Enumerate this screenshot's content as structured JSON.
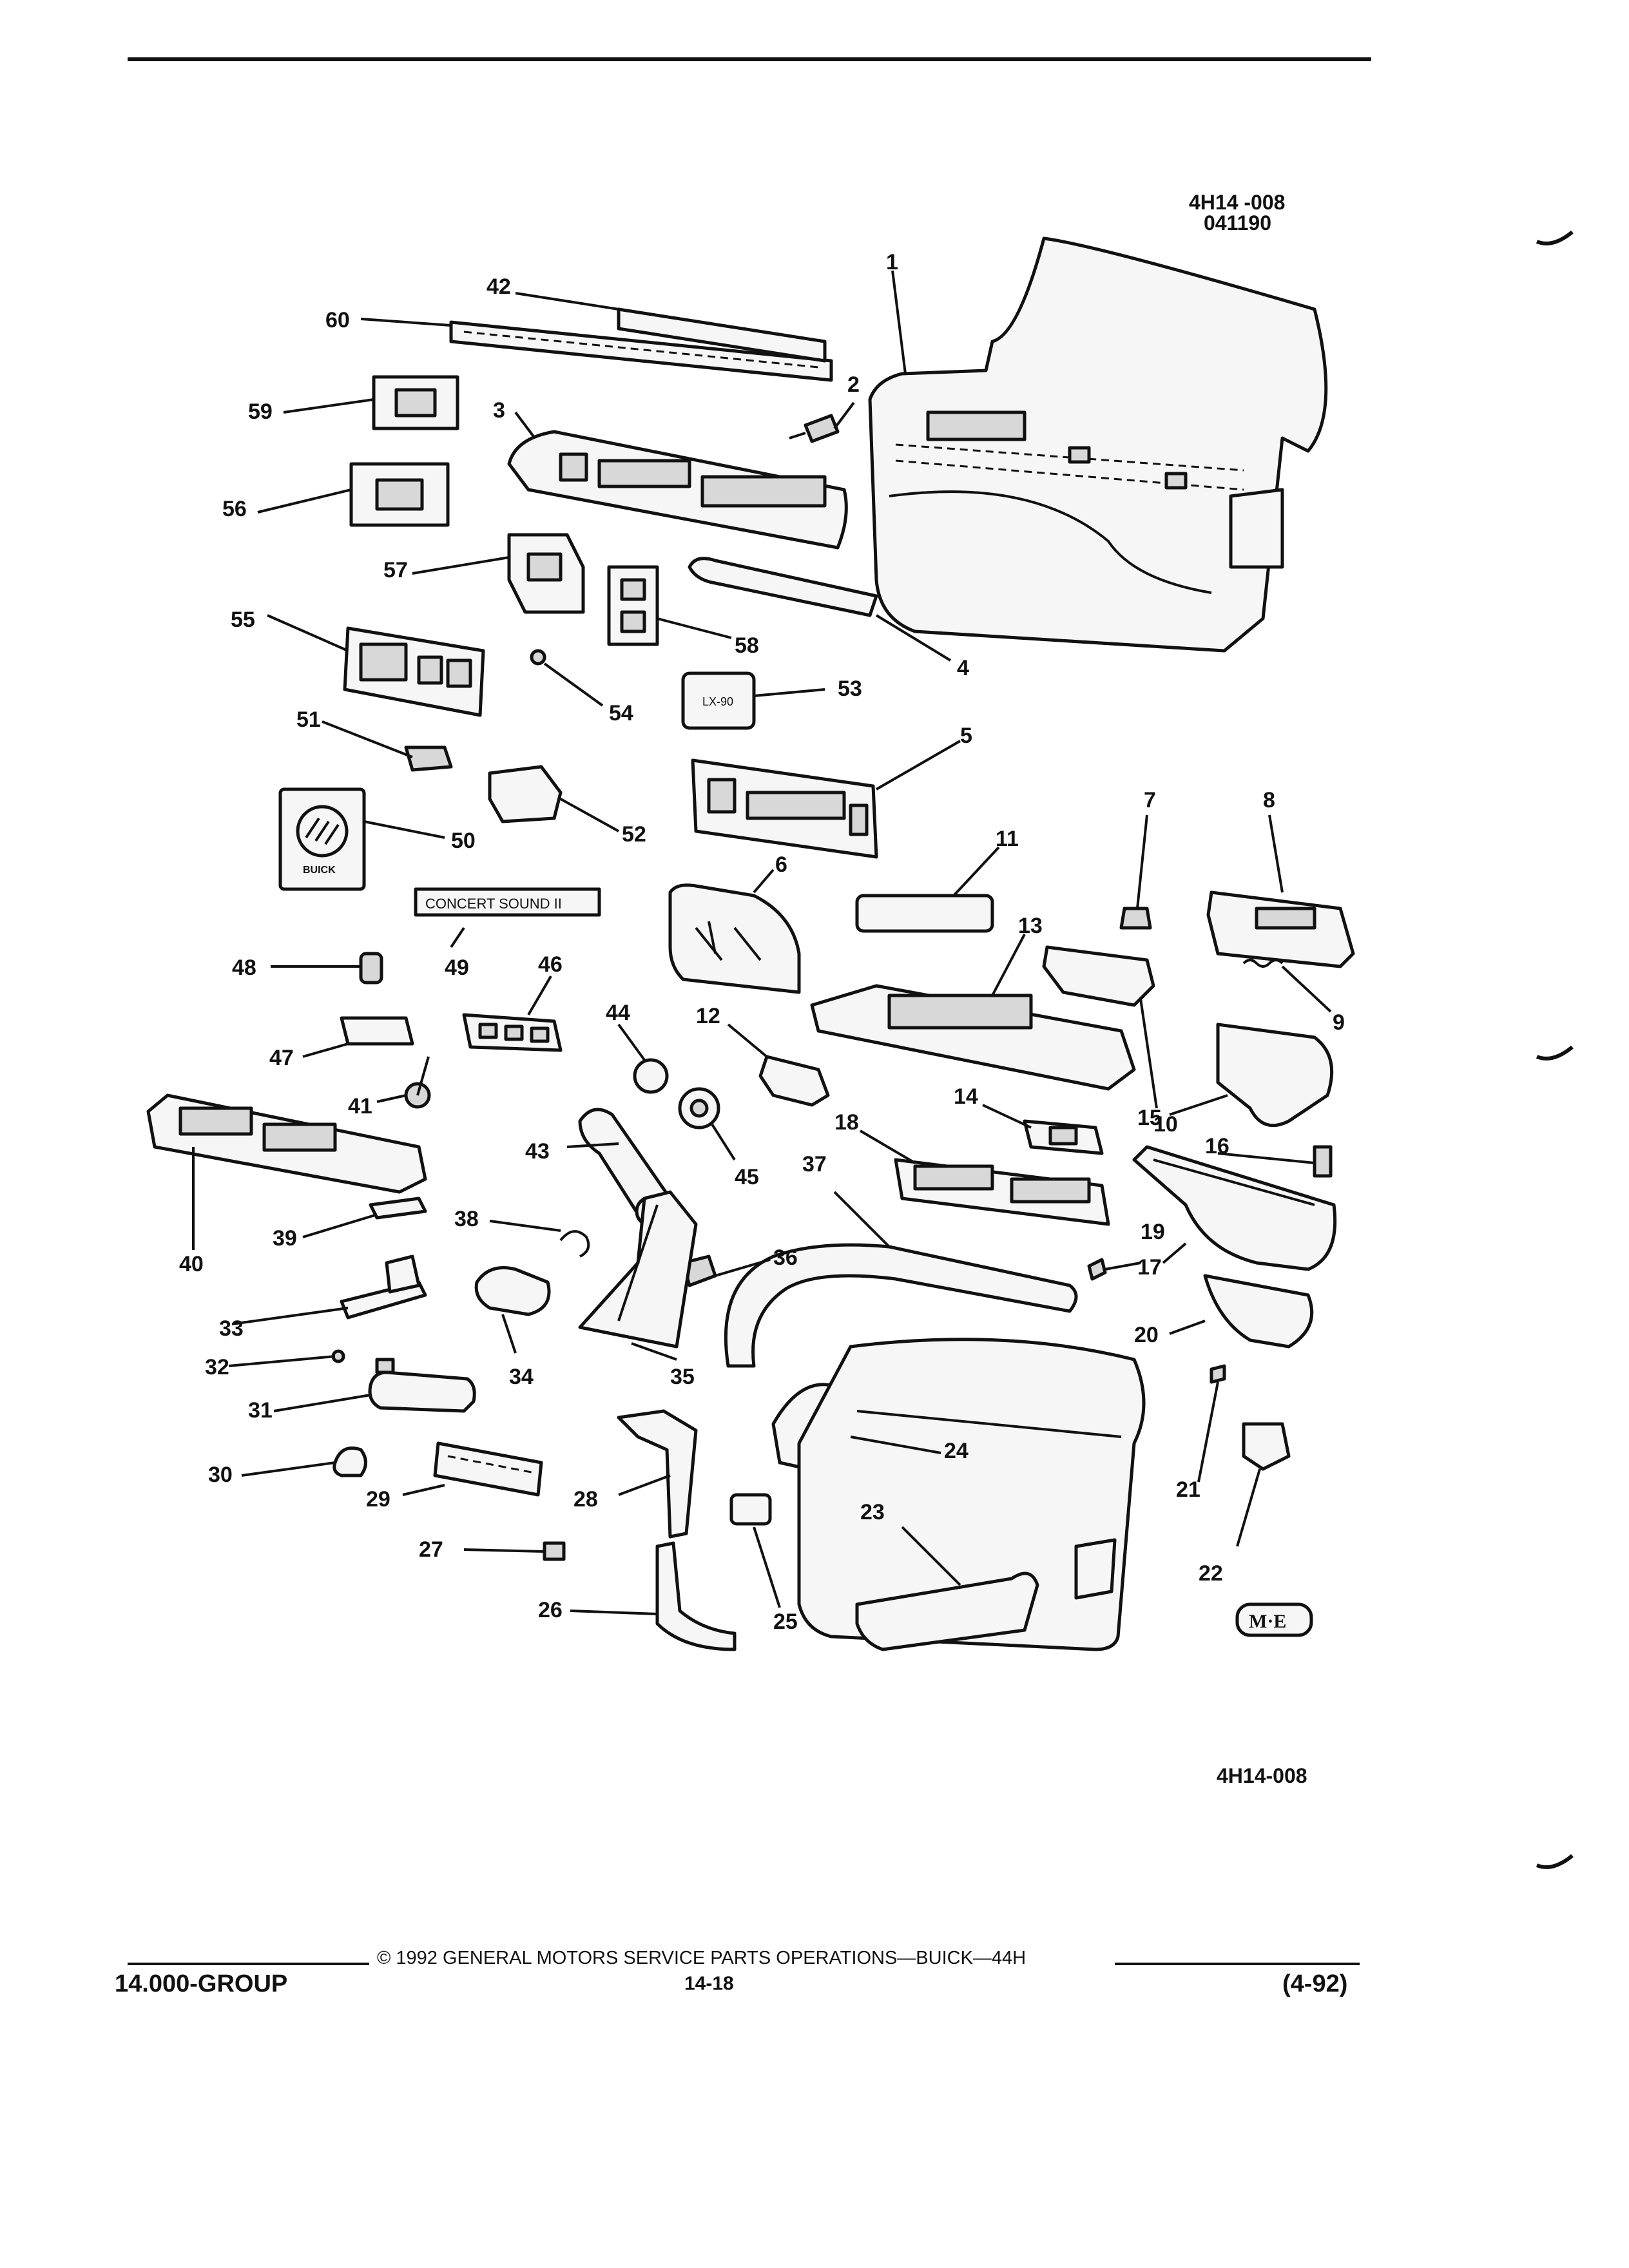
{
  "header": {
    "ref_code": "4H14 -008",
    "ref_date": "041190"
  },
  "figure": {
    "code": "4H14-008",
    "callouts": [
      "1",
      "2",
      "3",
      "4",
      "5",
      "6",
      "7",
      "8",
      "9",
      "10",
      "11",
      "12",
      "13",
      "14",
      "15",
      "16",
      "17",
      "18",
      "19",
      "20",
      "21",
      "22",
      "23",
      "24",
      "25",
      "26",
      "27",
      "28",
      "29",
      "30",
      "31",
      "32",
      "33",
      "34",
      "35",
      "36",
      "37",
      "38",
      "39",
      "40",
      "41",
      "42",
      "43",
      "44",
      "45",
      "46",
      "47",
      "48",
      "49",
      "50",
      "51",
      "52",
      "53",
      "54",
      "55",
      "56",
      "57",
      "58",
      "59",
      "60"
    ],
    "badge_concert": "CONCERT   SOUND II",
    "badge_buick": "BUICK",
    "badge_lux": "LX-90",
    "logo_me": "M·E"
  },
  "footer": {
    "group": "14.000-GROUP",
    "copyright": "© 1992 GENERAL MOTORS SERVICE PARTS OPERATIONS—BUICK—44H",
    "page_number": "14-18",
    "revision": "(4-92)"
  }
}
